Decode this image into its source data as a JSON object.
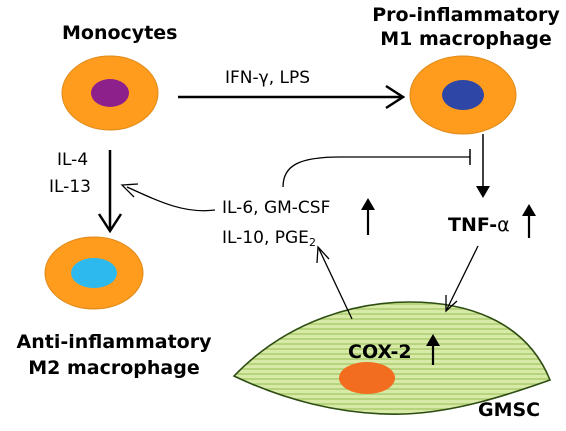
{
  "cells": {
    "monocytes": {
      "label": "Monocytes",
      "outer_color": "#FF9C1E",
      "nucleus_color": "#8E208C"
    },
    "m1": {
      "label_line1": "Pro-inflammatory",
      "label_line2": "M1 macrophage",
      "outer_color": "#FF9C1E",
      "nucleus_color": "#2E47A6"
    },
    "m2": {
      "label_line1": "Anti-inflammatory",
      "label_line2": "M2 macrophage",
      "outer_color": "#FF9C1E",
      "nucleus_color": "#2DB9EE"
    },
    "gmsc": {
      "label": "GMSC",
      "body_color": "#D7EAA8",
      "stripe_color": "#A9CB6A",
      "nucleus_color": "#F26D1F"
    }
  },
  "labels": {
    "ifn_lps": "IFN-γ, LPS",
    "il4": "IL-4",
    "il13": "IL-13",
    "il6_gmcsf": "IL-6, GM-CSF",
    "il10_pge_prefix": "IL-10, PGE",
    "il10_pge_sub": "2",
    "tnf_bold": "TNF-",
    "tnf_alpha": "α",
    "cox2": "COX-2"
  },
  "icons": [
    "up-arrow-icon",
    "inhibition-bar-icon",
    "arrowhead-icon"
  ]
}
